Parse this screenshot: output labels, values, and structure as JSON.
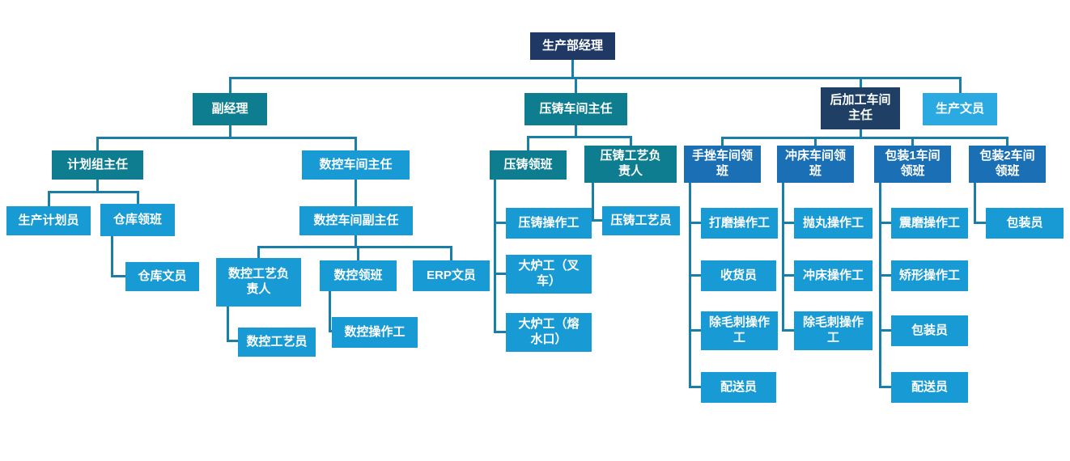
{
  "palette": {
    "root_navy": "#1F3864",
    "section_navy": "#1F4064",
    "teal": "#0D7D8F",
    "medium_blue": "#1B6FB5",
    "bright_blue": "#189AD5",
    "light_blue": "#2BAAE2",
    "connector": "#1A7FA8"
  },
  "nodes": {
    "root": {
      "label": "生产部经理"
    },
    "deputy_manager": {
      "label": "副经理"
    },
    "die_casting_director": {
      "label": "压铸车间主任"
    },
    "post_processing_director": {
      "label": "后加工车间\n主任"
    },
    "production_clerk": {
      "label": "生产文员"
    },
    "planning_group_director": {
      "label": "计划组主任"
    },
    "cnc_workshop_director": {
      "label": "数控车间主任"
    },
    "production_planner": {
      "label": "生产计划员"
    },
    "warehouse_foreman": {
      "label": "仓库领班"
    },
    "warehouse_clerk": {
      "label": "仓库文员"
    },
    "cnc_deputy_director": {
      "label": "数控车间副主任"
    },
    "cnc_process_lead": {
      "label": "数控工艺负\n责人"
    },
    "cnc_foreman": {
      "label": "数控领班"
    },
    "erp_clerk": {
      "label": "ERP文员"
    },
    "cnc_process_tech": {
      "label": "数控工艺员"
    },
    "cnc_operator": {
      "label": "数控操作工"
    },
    "die_casting_foreman": {
      "label": "压铸领班"
    },
    "die_casting_process_lead": {
      "label": "压铸工艺负\n责人"
    },
    "die_casting_operator": {
      "label": "压铸操作工"
    },
    "furnace_worker_forklift": {
      "label": "大炉工（叉\n车）"
    },
    "furnace_worker_spout": {
      "label": "大炉工（熔\n水口）"
    },
    "die_casting_process_tech": {
      "label": "压铸工艺员"
    },
    "hand_file_foreman": {
      "label": "手挫车间领\n班"
    },
    "punch_press_foreman": {
      "label": "冲床车间领\n班"
    },
    "packaging1_foreman": {
      "label": "包装1车间\n领班"
    },
    "packaging2_foreman": {
      "label": "包装2车间\n领班"
    },
    "grinding_operator": {
      "label": "打磨操作工"
    },
    "receiver": {
      "label": "收货员"
    },
    "deburring_operator_1": {
      "label": "除毛刺操作\n工"
    },
    "delivery_1": {
      "label": "配送员"
    },
    "shot_blasting_operator": {
      "label": "抛丸操作工"
    },
    "punch_press_operator": {
      "label": "冲床操作工"
    },
    "deburring_operator_2": {
      "label": "除毛刺操作\n工"
    },
    "vibration_grinding_operator": {
      "label": "震磨操作工"
    },
    "shaping_operator": {
      "label": "矫形操作工"
    },
    "packer_1": {
      "label": "包装员"
    },
    "delivery_2": {
      "label": "配送员"
    },
    "packer_2": {
      "label": "包装员"
    }
  }
}
